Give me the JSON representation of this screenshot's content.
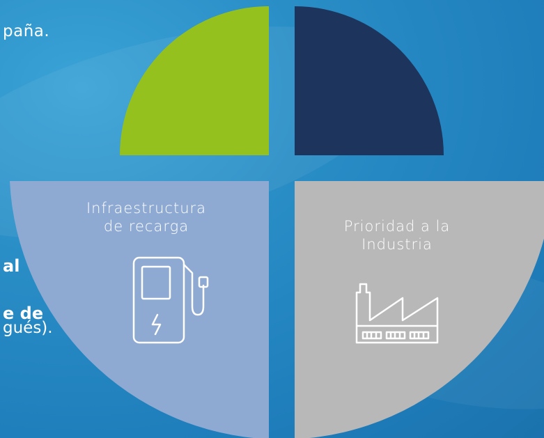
{
  "background_text": {
    "top_fragment": "paña.",
    "bold_fragment_1": "al",
    "bold_fragment_2": "e de",
    "end_fragment": "gués)."
  },
  "quadrants": [
    {
      "id": "top-left",
      "color": "#95c11f",
      "label": ""
    },
    {
      "id": "top-right",
      "color": "#1d355d",
      "label": ""
    },
    {
      "id": "bottom-left",
      "color": "#8eaad3",
      "label_line1": "Infraestructura",
      "label_line2": "de recarga",
      "icon": "charging-station-icon"
    },
    {
      "id": "bottom-right",
      "color": "#b8b8b8",
      "label_line1": "Prioridad a la",
      "label_line2": "Industria",
      "icon": "factory-icon"
    }
  ]
}
